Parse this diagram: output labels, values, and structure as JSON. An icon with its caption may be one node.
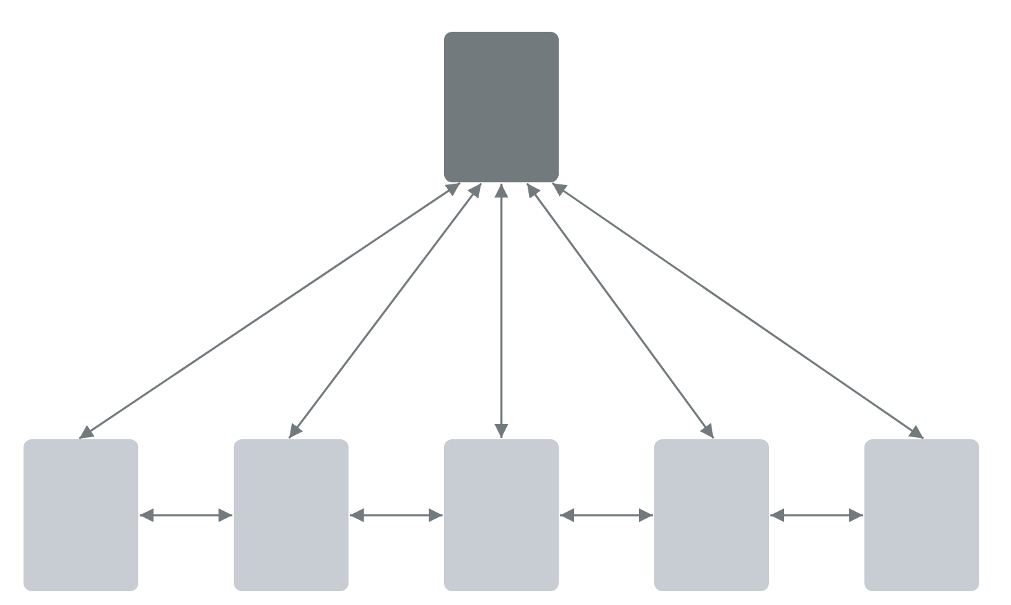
{
  "diagram": {
    "nodes": [
      {
        "text": [],
        "shape": "box"
      },
      {
        "text": [],
        "shape": "box"
      },
      {
        "text": [],
        "shape": "box"
      },
      {
        "text": [],
        "shape": "box"
      },
      {
        "text": [],
        "shape": "box"
      },
      {
        "text": [],
        "shape": "box"
      }
    ],
    "edges": [
      {
        "from": 0,
        "to": 1,
        "arrow": "both"
      },
      {
        "from": 0,
        "to": 2,
        "arrow": "both"
      },
      {
        "from": 0,
        "to": 3,
        "arrow": "both"
      },
      {
        "from": 0,
        "to": 4,
        "arrow": "both"
      },
      {
        "from": 0,
        "to": 5,
        "arrow": "both"
      },
      {
        "from": 1,
        "to": 2,
        "arrow": "both"
      },
      {
        "from": 2,
        "to": 3,
        "arrow": "both"
      },
      {
        "from": 3,
        "to": 4,
        "arrow": "both"
      },
      {
        "from": 4,
        "to": 5,
        "arrow": "both"
      }
    ]
  }
}
